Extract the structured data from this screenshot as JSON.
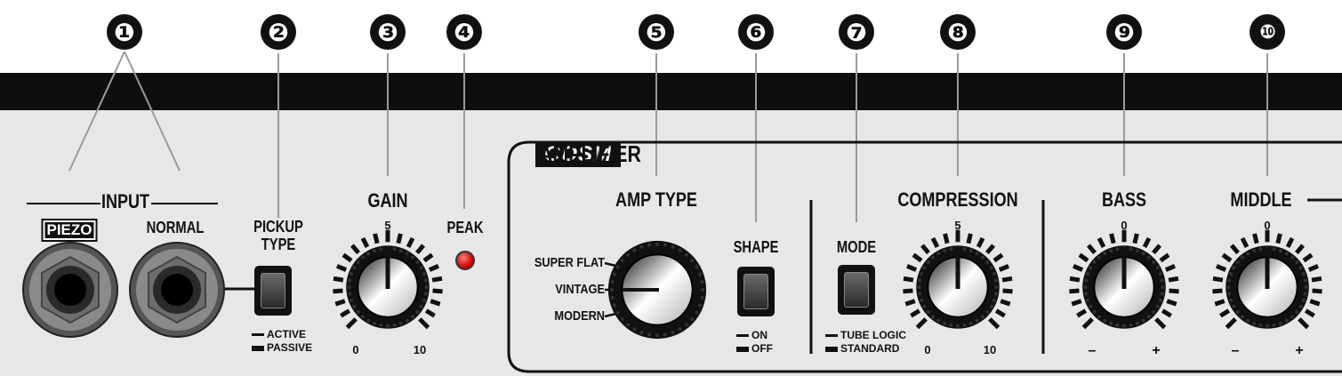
{
  "callouts": [
    "❶",
    "❷",
    "❸",
    "❹",
    "❺",
    "❻",
    "❼",
    "❽",
    "❾",
    "❿"
  ],
  "section": {
    "brand": "COSM",
    "title": "AMPLIFIER"
  },
  "input": {
    "label": "INPUT",
    "piezo": "PIEZO",
    "normal": "NORMAL"
  },
  "pickup": {
    "label_line1": "PICKUP",
    "label_line2": "TYPE",
    "opt_up": "ACTIVE",
    "opt_down": "PASSIVE"
  },
  "gain": {
    "label": "GAIN",
    "min": "0",
    "mid": "5",
    "max": "10"
  },
  "peak": {
    "label": "PEAK"
  },
  "amp_type": {
    "label": "AMP TYPE",
    "positions": [
      "SUPER FLAT",
      "VINTAGE",
      "MODERN"
    ]
  },
  "shape": {
    "label": "SHAPE",
    "opt_up": "ON",
    "opt_down": "OFF"
  },
  "mode": {
    "label": "MODE",
    "opt_up": "TUBE LOGIC",
    "opt_down": "STANDARD"
  },
  "compression": {
    "label": "COMPRESSION",
    "min": "0",
    "mid": "5",
    "max": "10"
  },
  "bass": {
    "label": "BASS",
    "min": "–",
    "mid": "0",
    "max": "+"
  },
  "middle": {
    "label": "MIDDLE",
    "min": "–",
    "mid": "0",
    "max": "+"
  },
  "colors": {
    "panel": "#e7e7e7",
    "bar": "#0e0e0e",
    "led": "#d11010"
  }
}
